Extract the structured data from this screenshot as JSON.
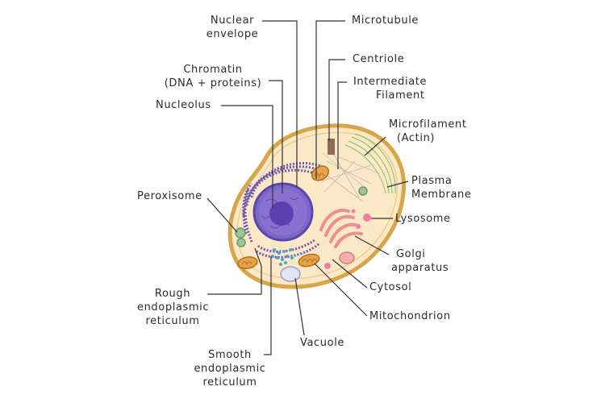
{
  "labels": {
    "nuclear_envelope": [
      "Nuclear",
      "envelope"
    ],
    "microtubule": [
      "Microtubule"
    ],
    "chromatin": [
      "Chromatin",
      "(DNA + proteins)"
    ],
    "centriole": [
      "Centriole"
    ],
    "intermediate_filament": [
      "Intermediate",
      "Filament"
    ],
    "nucleolus": [
      "Nucleolus"
    ],
    "microfilament": [
      "Microfilament",
      "(Actin)"
    ],
    "plasma_membrane": [
      "Plasma",
      "Membrane"
    ],
    "peroxisome": [
      "Peroxisome"
    ],
    "lysosome": [
      "Lysosome"
    ],
    "golgi_apparatus": [
      "Golgi",
      "apparatus"
    ],
    "cytosol": [
      "Cytosol"
    ],
    "rough_er": [
      "Rough",
      "endoplasmic",
      "reticulum"
    ],
    "mitochondrion": [
      "Mitochondrion"
    ],
    "vacuole": [
      "Vacuole"
    ],
    "smooth_er": [
      "Smooth",
      "endoplasmic",
      "reticulum"
    ]
  },
  "colors": {
    "cell_fill": "#fbe8c6",
    "cell_border": "#d7a64a",
    "nucleus": "#7d68c8",
    "nucleolus": "#5a40b0",
    "rough_er": "#6a55b8",
    "golgi": "#ec8f8f",
    "mitochondrion": "#e8a24a",
    "lysosome": "#f07fa8",
    "peroxisome": "#9cc59a",
    "vacuole": "#dfe3f2",
    "ribosome": "#4aa6c9",
    "actin": "#7fbf6a",
    "line": "#333333"
  }
}
